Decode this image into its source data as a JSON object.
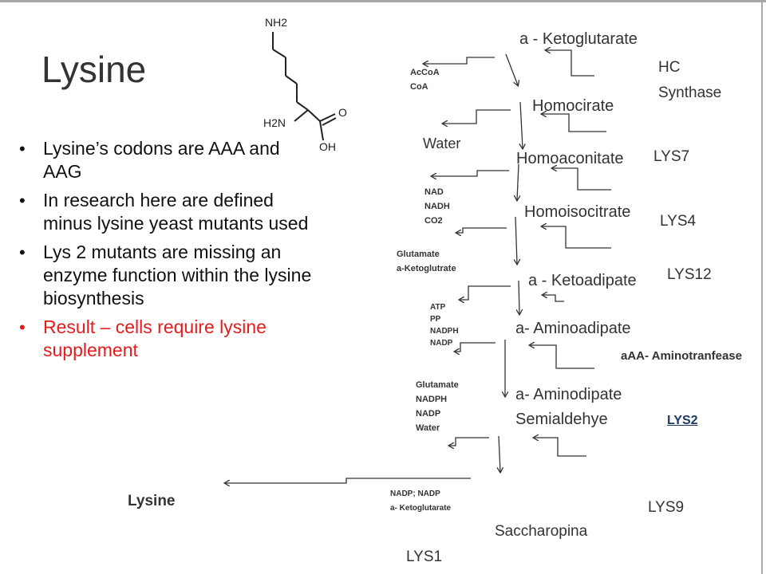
{
  "slide": {
    "title": "Lysine",
    "bullets": [
      {
        "text": "Lysine’s codons are AAA and AAG",
        "color": "#111111"
      },
      {
        "text": "In research here are defined minus lysine yeast mutants used",
        "color": "#111111"
      },
      {
        "text": "Lys 2 mutants are missing an enzyme function within the lysine biosynthesis",
        "color": "#111111"
      },
      {
        "text": "Result – cells require lysine supplement",
        "color": "#e61c1c"
      }
    ]
  },
  "molecule": {
    "top_group": "NH2",
    "amine": "H2N",
    "carbonyl_o": "O",
    "hydroxyl": "OH"
  },
  "pathway": {
    "intermediates": [
      "a - Ketoglutarate",
      "Homocirate",
      "Homoaconitate",
      "Homoisocitrate",
      "a - Ketoadipate",
      "a- Aminoadipate",
      "a- Aminodipate",
      "Semialdehye",
      "Saccharopina",
      "Lysine"
    ],
    "enzymes": [
      "HC",
      "Synthase",
      "LYS7",
      "LYS4",
      "LYS12",
      "aAA- Aminotranfease",
      "LYS2",
      "LYS9",
      "LYS1"
    ],
    "cofactors": {
      "step1": [
        "AcCoA",
        "CoA"
      ],
      "step2": [
        "Water"
      ],
      "step3": [
        "NAD",
        "NADH",
        "CO2"
      ],
      "step4": [
        "Glutamate",
        "a-Ketoglutrate"
      ],
      "step5": [
        "ATP",
        "PP",
        "NADPH",
        "NADP"
      ],
      "step6": [
        "Glutamate",
        "NADPH",
        "NADP",
        "Water"
      ],
      "step7": [
        "NADP; NADP",
        "a- Ketoglutarate"
      ]
    }
  }
}
